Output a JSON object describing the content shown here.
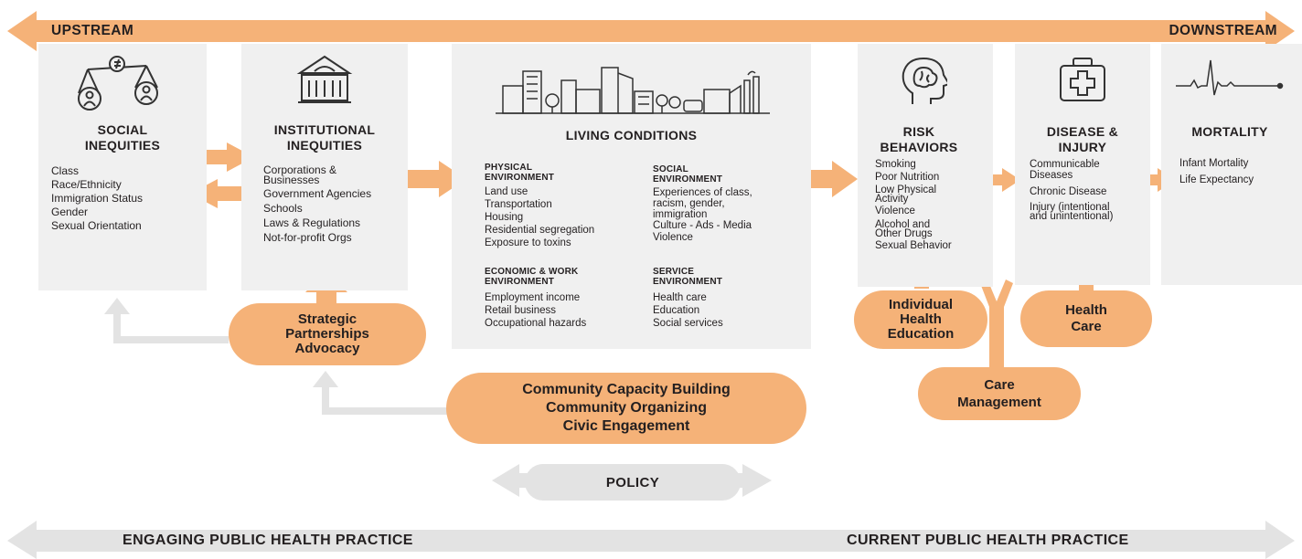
{
  "top_band": {
    "left_label": "UPSTREAM",
    "right_label": "DOWNSTREAM",
    "color": "#f5b278"
  },
  "bottom_band": {
    "left_label": "ENGAGING PUBLIC HEALTH PRACTICE",
    "right_label": "CURRENT PUBLIC HEALTH PRACTICE",
    "color": "#e3e3e3"
  },
  "panels": {
    "social": {
      "icon": "scales-inequality-icon",
      "title": "SOCIAL\nINEQUITIES",
      "items": [
        "Class",
        "Race/Ethnicity",
        "Immigration Status",
        "Gender",
        "Sexual Orientation"
      ]
    },
    "institutional": {
      "icon": "institution-building-icon",
      "title": "INSTITUTIONAL\nINEQUITIES",
      "items": [
        "Corporations &\nBusinesses",
        "Government Agencies",
        "Schools",
        "Laws & Regulations",
        "Not-for-profit Orgs"
      ]
    },
    "living": {
      "icon": "city-skyline-icon",
      "title": "LIVING CONDITIONS",
      "sections": [
        {
          "heading": "PHYSICAL\nENVIRONMENT",
          "items": [
            "Land use",
            "Transportation",
            "Housing",
            "Residential segregation",
            "Exposure to toxins"
          ]
        },
        {
          "heading": "SOCIAL\nENVIRONMENT",
          "items": [
            "Experiences of class,\nracism, gender,\nimmigration",
            "Culture - Ads - Media",
            "Violence"
          ]
        },
        {
          "heading": "ECONOMIC & WORK\nENVIRONMENT",
          "items": [
            "Employment income",
            "Retail business",
            "Occupational hazards"
          ]
        },
        {
          "heading": "SERVICE\nENVIRONMENT",
          "items": [
            "Health care",
            "Education",
            "Social services"
          ]
        }
      ]
    },
    "risk": {
      "icon": "brain-head-icon",
      "title": "RISK\nBEHAVIORS",
      "items": [
        "Smoking",
        "Poor Nutrition",
        "Low Physical\nActivity",
        "Violence",
        "Alcohol and\nOther Drugs",
        "Sexual Behavior"
      ]
    },
    "disease": {
      "icon": "first-aid-kit-icon",
      "title": "DISEASE &\nINJURY",
      "items": [
        "Communicable\nDiseases",
        "Chronic Disease",
        "Injury (intentional\nand unintentional)"
      ]
    },
    "mortality": {
      "icon": "heartbeat-line-icon",
      "title": "MORTALITY",
      "items": [
        "Infant Mortality",
        "Life Expectancy"
      ]
    }
  },
  "interventions": {
    "strategic": "Strategic\nPartnerships\nAdvocacy",
    "community": "Community Capacity Building\nCommunity Organizing\nCivic Engagement",
    "individual": "Individual\nHealth\nEducation",
    "health_care": "Health\nCare",
    "care_mgmt": "Care\nManagement",
    "policy": "POLICY"
  },
  "colors": {
    "accent": "#f5b278",
    "panel": "#f0f0f0",
    "gray_arrow": "#e3e3e3",
    "text": "#231f20",
    "icon_stroke": "#333333"
  }
}
